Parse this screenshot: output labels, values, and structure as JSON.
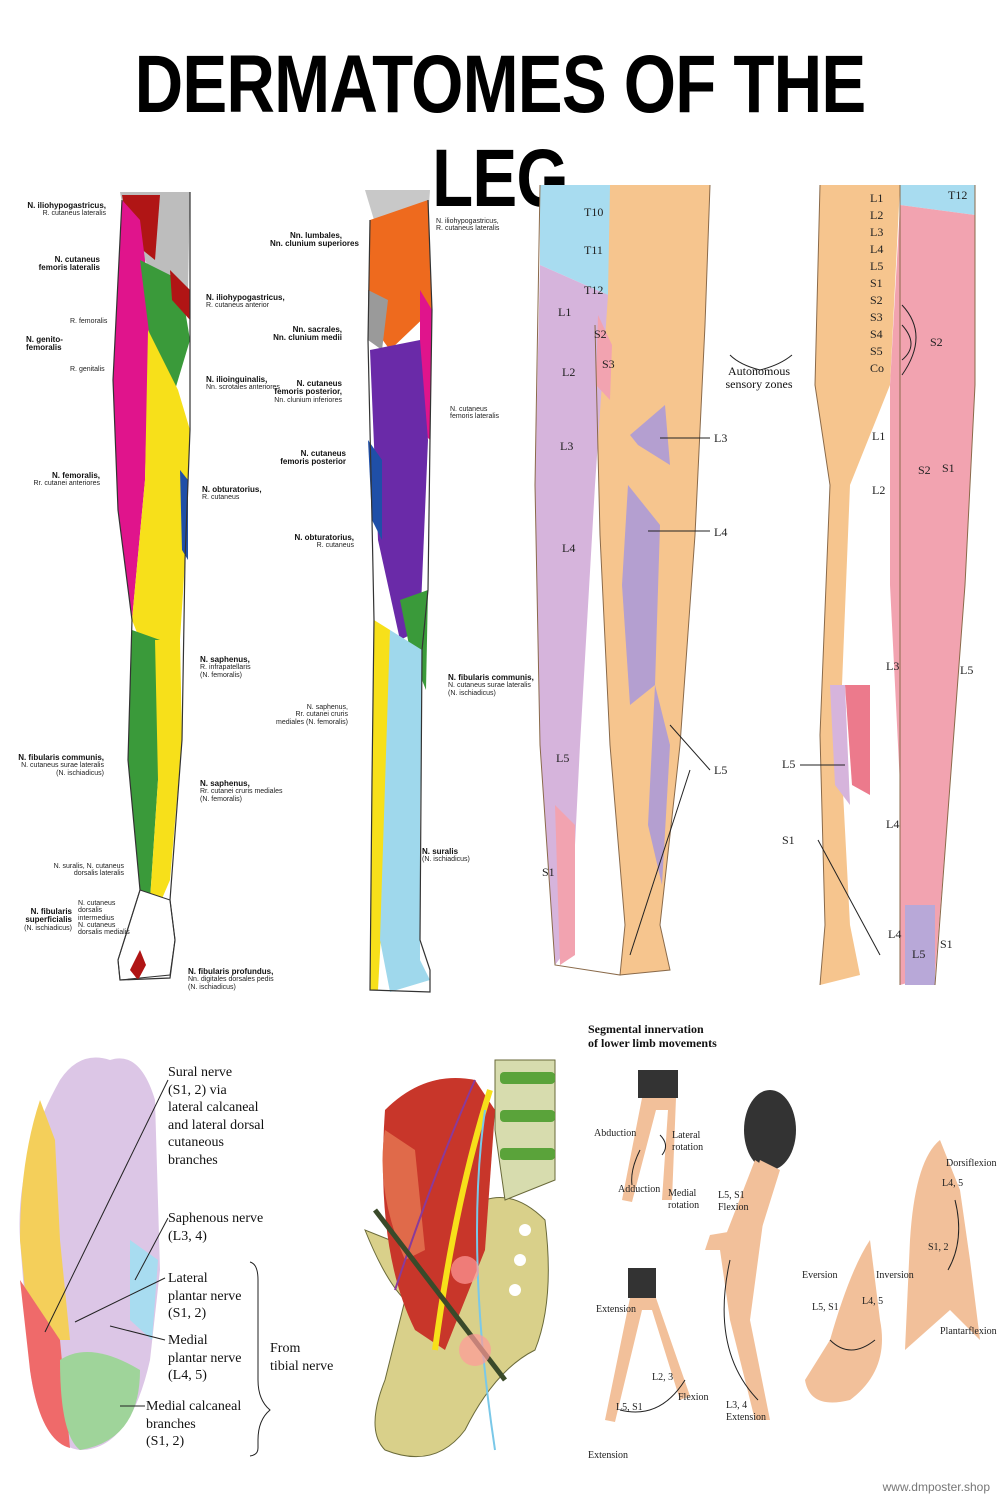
{
  "title": "DERMATOMES OF THE LEG",
  "front_nerves": {
    "iliohypogastricus_lat": {
      "name": "N. iliohypogastricus,",
      "sub": "R. cutaneus lateralis"
    },
    "cut_fem_lat": {
      "name": "N. cutaneus",
      "name2": "femoris lateralis"
    },
    "genito": {
      "name": "N. genito-",
      "name2": "femoralis",
      "r1": "R. femoralis",
      "r2": "R. genitalis"
    },
    "femoralis": {
      "name": "N. femoralis,",
      "sub": "Rr. cutanei anteriores"
    },
    "fibularis_comm": {
      "name": "N. fibularis communis,",
      "sub": "N. cutaneus surae lateralis",
      "sub2": "(N. ischiadicus)"
    },
    "suralis_dors": {
      "l1": "N. suralis, N. cutaneus",
      "l2": "dorsalis lateralis"
    },
    "fib_sup": {
      "n1": "N. fibularis",
      "n2": "superficialis",
      "n3": "(N. ischiadicus)",
      "s1": "N. cutaneus",
      "s2": "dorsalis",
      "s3": "intermedius",
      "s4": "N. cutaneus",
      "s5": "dorsalis medialis"
    },
    "ilio_ant": {
      "name": "N. iliohypogastricus,",
      "sub": "R. cutaneus anterior"
    },
    "ilioinguinalis": {
      "name": "N. ilioinguinalis,",
      "sub": "Nn. scrotales anteriores"
    },
    "obturatorius": {
      "name": "N. obturatorius,",
      "sub": "R. cutaneus"
    },
    "saphenus1": {
      "name": "N. saphenus,",
      "sub": "R. infrapatellaris",
      "sub2": "(N. femoralis)"
    },
    "saphenus2": {
      "name": "N. saphenus,",
      "sub": "Rr. cutanei cruris mediales",
      "sub2": "(N. femoralis)"
    },
    "fib_prof": {
      "name": "N. fibularis profundus,",
      "sub": "Nn. digitales dorsales pedis",
      "sub2": "(N. ischiadicus)"
    }
  },
  "back_nerves": {
    "lumbales": {
      "name": "Nn. lumbales,",
      "name2": "Nn. clunium superiores"
    },
    "sacrales": {
      "name": "Nn. sacrales,",
      "name2": "Nn. clunium medii"
    },
    "cut_fem_post": {
      "name": "N. cutaneus",
      "name2": "femoris posterior,",
      "sub": "Nn. clunium inferiores"
    },
    "cut_fem_post2": {
      "name": "N. cutaneus",
      "name2": "femoris posterior"
    },
    "obturatorius": {
      "name": "N. obturatorius,",
      "sub": "R. cutaneus"
    },
    "saphenus": {
      "s1": "N. saphenus,",
      "s2": "Rr. cutanei cruris",
      "s3": "mediales (N. femoralis)"
    },
    "ilio": {
      "l1": "N. iliohypogastricus,",
      "l2": "R. cutaneus lateralis"
    },
    "cut_fem_lat": {
      "l1": "N. cutaneus",
      "l2": "femoris lateralis"
    },
    "fib_comm": {
      "name": "N. fibularis communis,",
      "sub": "N. cutaneus surae lateralis",
      "sub2": "(N. ischiadicus)"
    },
    "suralis": {
      "name": "N. suralis",
      "sub": "(N. ischiadicus)"
    }
  },
  "dermatome_front": {
    "zones": [
      "T10",
      "T11",
      "T12",
      "L1",
      "L2",
      "S2",
      "S3",
      "L3",
      "L4",
      "L5",
      "S1"
    ],
    "autonomous": "Autonomous",
    "autonomous2": "sensory zones",
    "pointers": [
      "L3",
      "L4",
      "L5"
    ]
  },
  "dermatome_back": {
    "column": [
      "L1",
      "L2",
      "L3",
      "L4",
      "L5",
      "S1",
      "S2",
      "S3",
      "S4",
      "S5",
      "Co"
    ],
    "t12": "T12",
    "s2": "S2",
    "l1": "L1",
    "l2": "L2",
    "s2b": "S2",
    "s1": "S1",
    "l3": "L3",
    "l5r": "L5",
    "l5l": "L5",
    "l4": "L4",
    "s1l": "S1",
    "l4b": "L4",
    "l5b": "L5",
    "s1b": "S1"
  },
  "sole": {
    "sural": [
      "Sural nerve",
      "(S1, 2) via",
      "lateral calcaneal",
      "and lateral dorsal",
      "cutaneous",
      "branches"
    ],
    "saphenous": [
      "Saphenous nerve",
      "(L3, 4)"
    ],
    "lateral_plantar": [
      "Lateral",
      "plantar nerve",
      "(S1, 2)"
    ],
    "medial_plantar": [
      "Medial",
      "plantar nerve",
      "(L4, 5)"
    ],
    "from_tibial": [
      "From",
      "tibial nerve"
    ],
    "medial_calcaneal": [
      "Medial calcaneal",
      "branches",
      "(S1, 2)"
    ]
  },
  "movements": {
    "title": "Segmental innervation",
    "title2": "of lower limb movements",
    "abduction": "Abduction",
    "adduction": "Adduction",
    "lateral_rotation": [
      "Lateral",
      "rotation"
    ],
    "medial_rotation": [
      "Medial",
      "rotation"
    ],
    "l5s1_flex": [
      "L5, S1",
      "Flexion"
    ],
    "extension_top": "Extension",
    "l23": "L2, 3",
    "flexion": "Flexion",
    "l5s1": "L5, S1",
    "extension_bottom": "Extension",
    "l34_ext": [
      "L3, 4",
      "Extension"
    ],
    "eversion": "Eversion",
    "inversion": "Inversion",
    "l5s1_b": "L5, S1",
    "l45": "L4, 5",
    "dorsiflexion": "Dorsiflexion",
    "l45_b": "L4, 5",
    "s12": "S1, 2",
    "plantarflexion": "Plantarflexion"
  },
  "footer": "www.dmposter.shop",
  "colors": {
    "magenta": "#e0148c",
    "yellow": "#f7e01a",
    "green": "#3a9a3a",
    "blue": "#1f4fa8",
    "purple": "#6a2aa8",
    "cyan": "#9fd8ec",
    "red": "#b01515",
    "orange": "#ee6a1e",
    "skin": "#f6c58e",
    "lavender": "#d6b4dc",
    "pink": "#f2a3b0",
    "sky": "#a8dcf0"
  }
}
